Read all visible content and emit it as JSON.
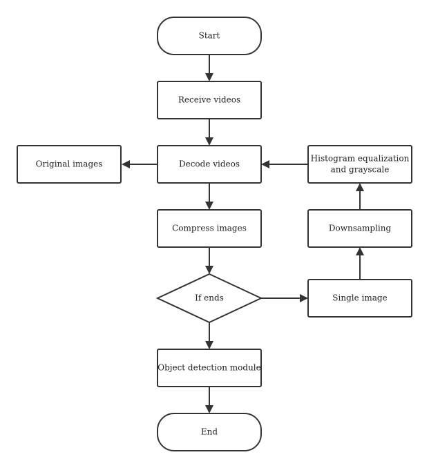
{
  "diagram": {
    "type": "flowchart",
    "stroke_color": "#333333",
    "fill_color": "#ffffff",
    "text_color": "#222222",
    "nodes": {
      "start": {
        "shape": "terminal",
        "label": "Start"
      },
      "receive": {
        "shape": "process",
        "label": "Receive videos"
      },
      "decode": {
        "shape": "process",
        "label": "Decode videos"
      },
      "original": {
        "shape": "process",
        "label": "Original images"
      },
      "histogram": {
        "shape": "process",
        "label_line1": "Histogram equalization",
        "label_line2": "and grayscale"
      },
      "compress": {
        "shape": "process",
        "label": "Compress images"
      },
      "downsampling": {
        "shape": "process",
        "label": "Downsampling"
      },
      "ifends": {
        "shape": "decision",
        "label": "If ends"
      },
      "single": {
        "shape": "process",
        "label": "Single image"
      },
      "detection": {
        "shape": "process",
        "label": "Object detection module"
      },
      "end": {
        "shape": "terminal",
        "label": "End"
      }
    },
    "edges": [
      {
        "from": "start",
        "to": "receive"
      },
      {
        "from": "receive",
        "to": "decode"
      },
      {
        "from": "decode",
        "to": "original"
      },
      {
        "from": "decode",
        "to": "compress"
      },
      {
        "from": "compress",
        "to": "ifends"
      },
      {
        "from": "ifends",
        "to": "single"
      },
      {
        "from": "single",
        "to": "downsampling"
      },
      {
        "from": "downsampling",
        "to": "histogram"
      },
      {
        "from": "histogram",
        "to": "decode"
      },
      {
        "from": "ifends",
        "to": "detection"
      },
      {
        "from": "detection",
        "to": "end"
      }
    ]
  }
}
